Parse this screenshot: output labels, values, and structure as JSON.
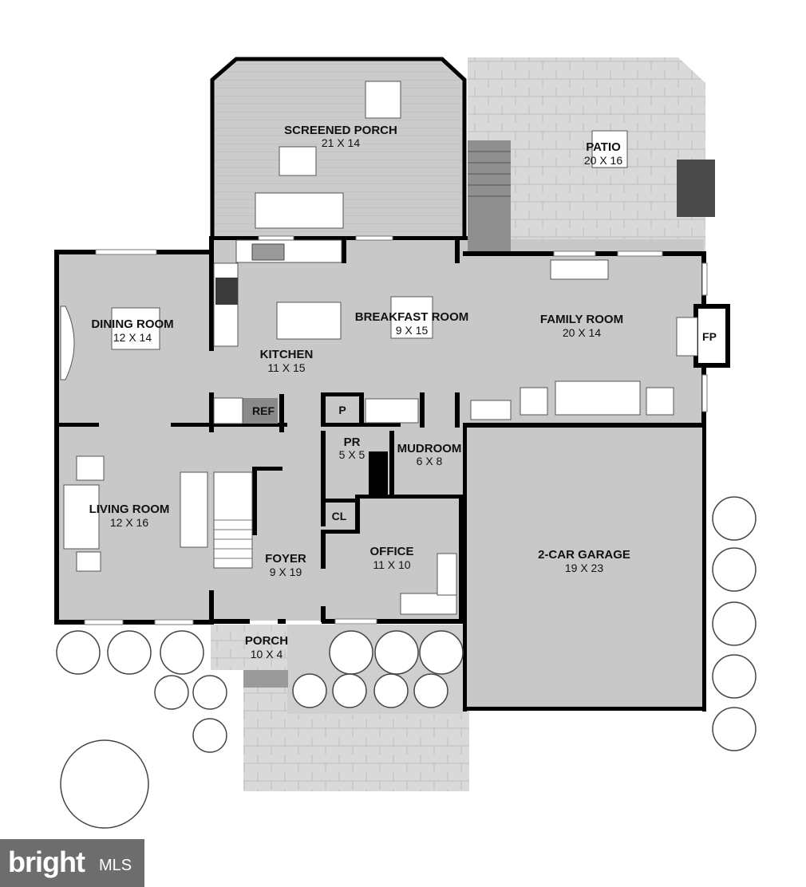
{
  "rooms": {
    "screened_porch": {
      "name": "SCREENED PORCH",
      "dims": "21 X 14"
    },
    "patio": {
      "name": "PATIO",
      "dims": "20 X 16"
    },
    "dining_room": {
      "name": "DINING ROOM",
      "dims": "12 X 14"
    },
    "breakfast_room": {
      "name": "BREAKFAST ROOM",
      "dims": "9 X 15"
    },
    "family_room": {
      "name": "FAMILY ROOM",
      "dims": "20 X 14"
    },
    "kitchen": {
      "name": "KITCHEN",
      "dims": "11 X 15"
    },
    "powder_room": {
      "name": "PR",
      "dims": "5 X 5"
    },
    "mudroom": {
      "name": "MUDROOM",
      "dims": "6 X 8"
    },
    "living_room": {
      "name": "LIVING ROOM",
      "dims": "12 X 16"
    },
    "foyer": {
      "name": "FOYER",
      "dims": "9 X 19"
    },
    "office": {
      "name": "OFFICE",
      "dims": "11 X 10"
    },
    "garage": {
      "name": "2-CAR GARAGE",
      "dims": "19 X 23"
    },
    "porch": {
      "name": "PORCH",
      "dims": "10 X 4"
    }
  },
  "labels": {
    "fireplace": "FP",
    "refrigerator": "REF",
    "pantry": "P",
    "closet": "CL"
  },
  "watermark": {
    "brand": "bright",
    "suffix": "MLS"
  },
  "colors": {
    "floor": "#c8c8c8",
    "porch": "#cfcfcf",
    "paving": "#d8d8d8",
    "wall": "#000000"
  }
}
